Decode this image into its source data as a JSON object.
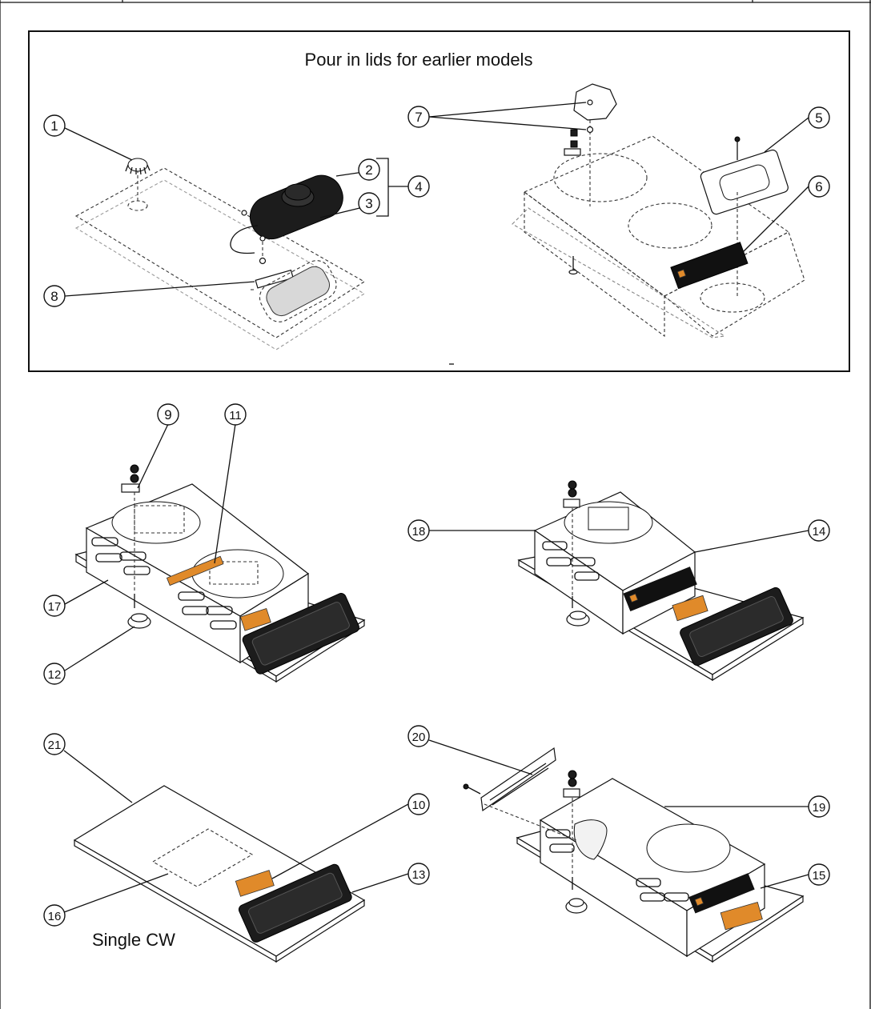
{
  "inset": {
    "title": "Pour in lids for earlier models"
  },
  "captions": {
    "single_cw": "Single CW"
  },
  "callouts": {
    "c1": "1",
    "c2": "2",
    "c3": "3",
    "c4": "4",
    "c5": "5",
    "c6": "6",
    "c7": "7",
    "c8": "8",
    "c9": "9",
    "c10": "10",
    "c11": "11",
    "c12": "12",
    "c13": "13",
    "c14": "14",
    "c15": "15",
    "c16": "16",
    "c17": "17",
    "c18": "18",
    "c19": "19",
    "c20": "20",
    "c21": "21"
  }
}
